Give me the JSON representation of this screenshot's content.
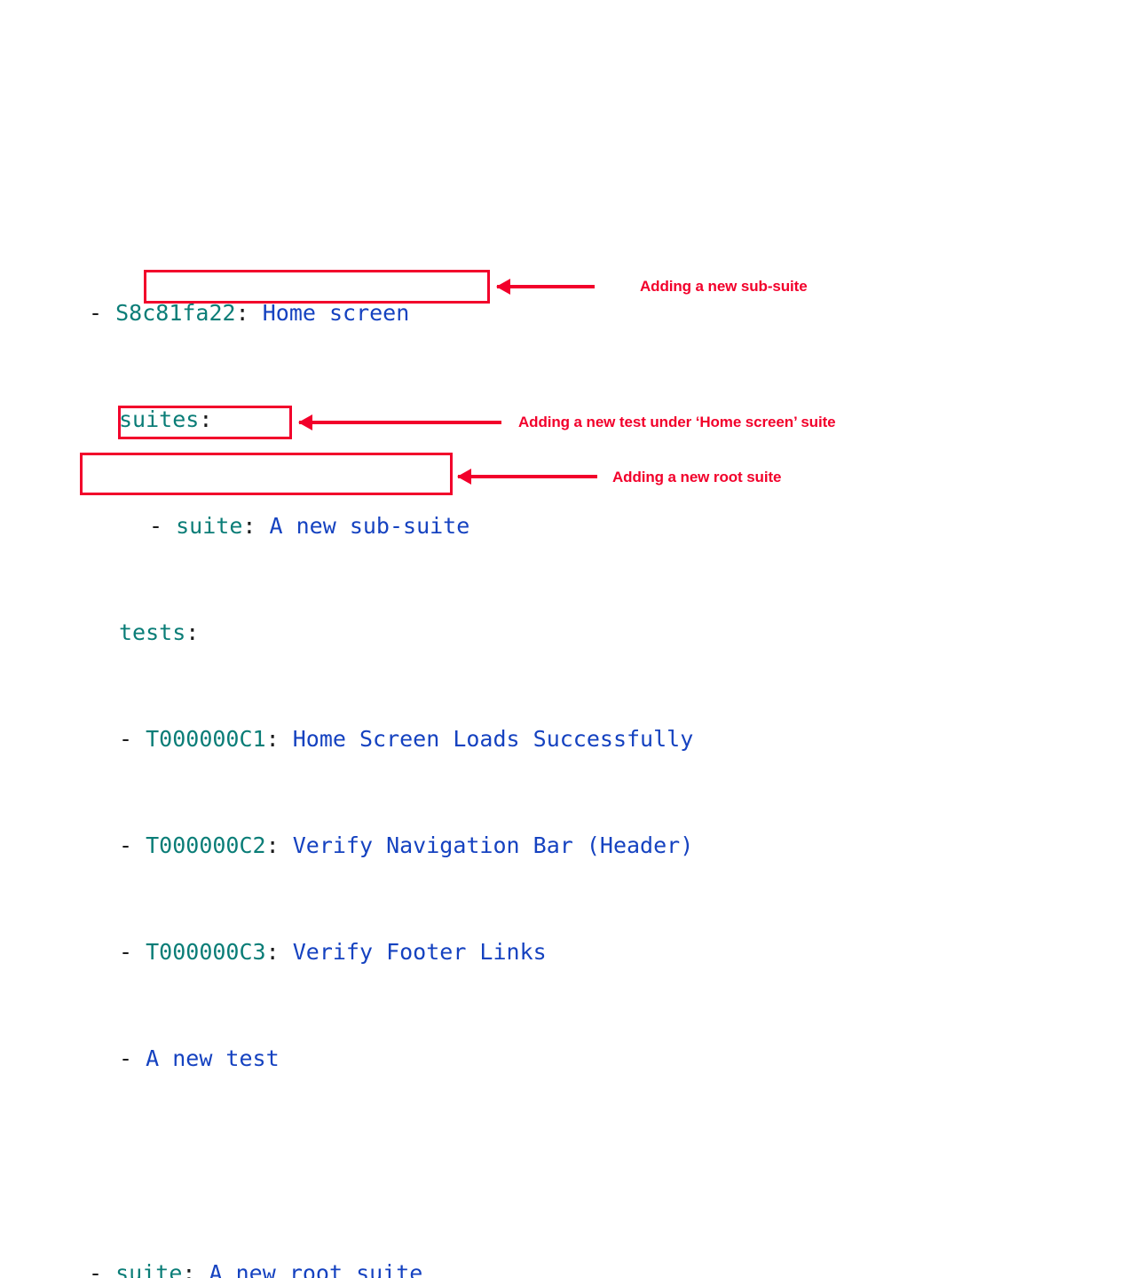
{
  "colors": {
    "key": "#0a7d77",
    "value": "#1542c0",
    "punctuation": "#1b1b1b",
    "annotation": "#f2002b",
    "background": "#ffffff"
  },
  "tree": {
    "root_suite_entry": {
      "dash": "-",
      "id": "S8c81fa22",
      "colon": ":",
      "title": "Home screen"
    },
    "suites_label": {
      "key": "suites",
      "colon": ":"
    },
    "sub_suite": {
      "dash": "-",
      "key": "suite",
      "colon": ":",
      "value": "A new sub-suite"
    },
    "tests_label": {
      "key": "tests",
      "colon": ":"
    },
    "tests": [
      {
        "dash": "-",
        "id": "T000000C1",
        "colon": ":",
        "title": "Home Screen Loads Successfully"
      },
      {
        "dash": "-",
        "id": "T000000C2",
        "colon": ":",
        "title": "Verify Navigation Bar (Header)"
      },
      {
        "dash": "-",
        "id": "T000000C3",
        "colon": ":",
        "title": "Verify Footer Links"
      }
    ],
    "new_test": {
      "dash": "-",
      "value": "A new test"
    },
    "new_root_suite": {
      "dash": "-",
      "key": "suite",
      "colon": ":",
      "value": "A new root suite"
    }
  },
  "annotations": [
    {
      "id": "sub-suite",
      "label": "Adding a new sub-suite"
    },
    {
      "id": "new-test",
      "label": "Adding a new test under ‘Home screen’ suite"
    },
    {
      "id": "root-suite",
      "label": "Adding a new root suite"
    }
  ]
}
